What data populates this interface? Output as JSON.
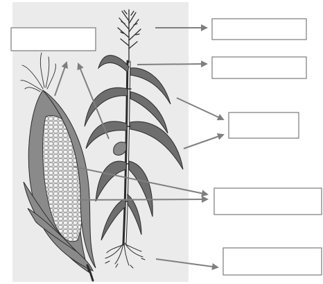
{
  "diagram": {
    "subject": "corn-plant",
    "colors": {
      "panel": "#ebebeb",
      "arrow": "#7f7f7f",
      "box_border": "#7a7a7a",
      "ink": "#2b2b2b"
    },
    "labels": [
      {
        "id": "silk",
        "text": ""
      },
      {
        "id": "tassel",
        "text": ""
      },
      {
        "id": "node",
        "text": ""
      },
      {
        "id": "leaf",
        "text": ""
      },
      {
        "id": "ear-kernels",
        "text": ""
      },
      {
        "id": "roots",
        "text": ""
      }
    ]
  }
}
